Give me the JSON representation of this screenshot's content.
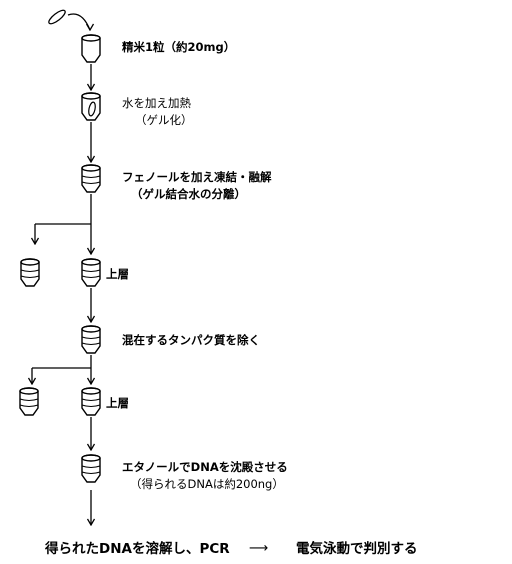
{
  "steps": {
    "s1": "精米1粒（約20mg）",
    "s2_a": "水を加え加熱",
    "s2_b": "（ゲル化）",
    "s3_a": "フェノールを加え凍結・融解",
    "s3_b": "（ゲル結合水の分離）",
    "s4": "上層",
    "s5": "混在するタンパク質を除く",
    "s6": "上層",
    "s7_a": "エタノールでDNAを沈殿させる",
    "s7_b": "（得られるDNAは約200ng）",
    "s8_a": "得られたDNAを溶解し、PCR",
    "s8_arrow": "⟶",
    "s8_b": "電気泳動で判別する"
  },
  "icons": [
    "rice-grain-icon",
    "tube-icon",
    "tube-with-grain-icon",
    "layered-tube-icon"
  ]
}
